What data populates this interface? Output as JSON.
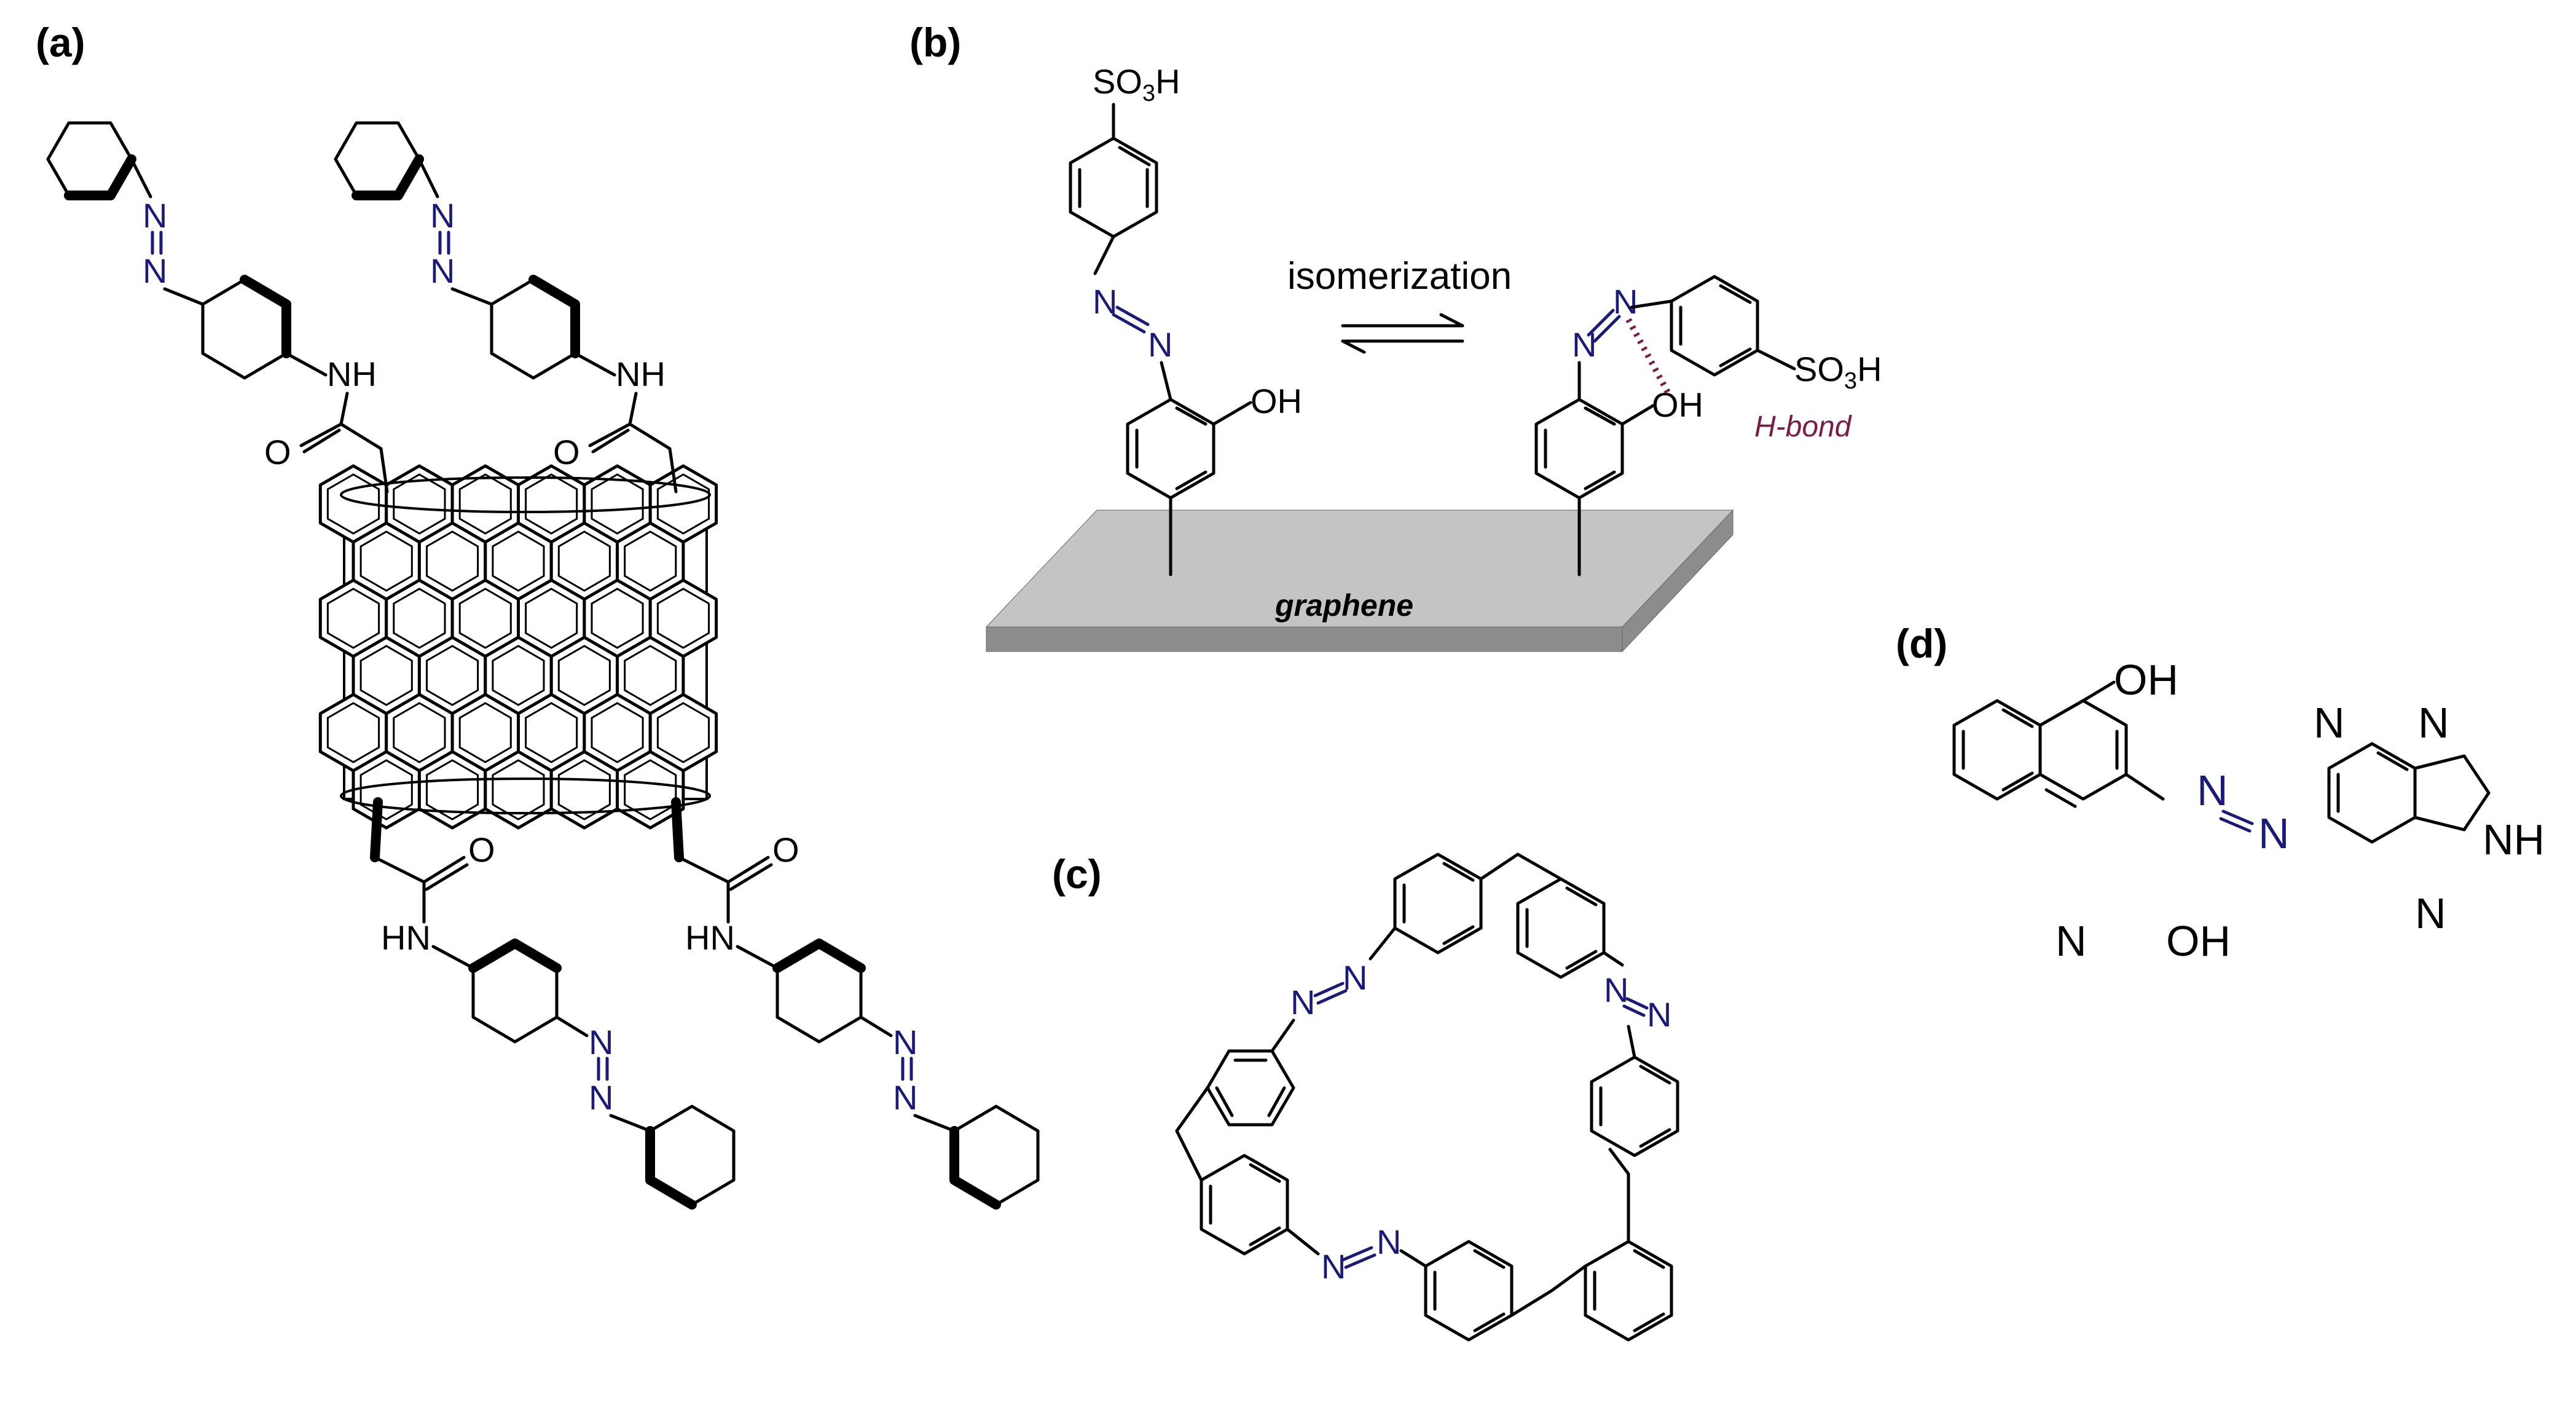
{
  "panels": {
    "a": {
      "label": "(a)"
    },
    "b": {
      "label": "(b)",
      "process": "isomerization",
      "hbond": "H-bond",
      "surface": "graphene"
    },
    "c": {
      "label": "(c)"
    },
    "d": {
      "label": "(d)"
    }
  },
  "atoms": {
    "nitrogen": "N",
    "amide": "NH",
    "amide_left": "HN",
    "oxygen": "O",
    "hydroxyl": "OH",
    "sulfo_main": "SO",
    "sulfo_sub": "3",
    "sulfo_end": "H"
  },
  "colors": {
    "azo": "#1a1a7a",
    "hbond": "#7a1a45",
    "graphene_top": "#c4c4c4",
    "graphene_side": "#8c8c8c",
    "bond": "#000000"
  }
}
